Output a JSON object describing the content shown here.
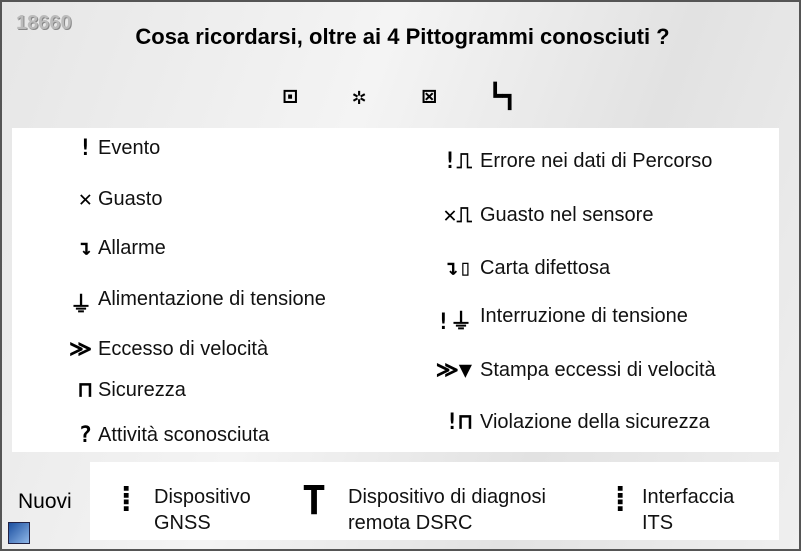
{
  "slide_id": "18660",
  "title": "Cosa ricordarsi, oltre ai 4 Pittogrammi conosciuti ?",
  "known_pictograms": [
    {
      "icon": "pictogram-rest",
      "glyph": "⊡"
    },
    {
      "icon": "pictogram-work",
      "glyph": "✲"
    },
    {
      "icon": "pictogram-available",
      "glyph": "⊠"
    },
    {
      "icon": "pictogram-driving",
      "glyph": "┗┓"
    }
  ],
  "left_items": [
    {
      "glyph": "!",
      "label": "Evento"
    },
    {
      "glyph": "✕",
      "label": "Guasto"
    },
    {
      "glyph": "↴",
      "label": "Allarme"
    },
    {
      "glyph": "⏚",
      "label": "Alimentazione di tensione"
    },
    {
      "glyph": "≫",
      "label": "Eccesso di velocità"
    },
    {
      "glyph": "⊓",
      "label": "Sicurezza"
    },
    {
      "glyph": "?",
      "label": "Attività sconosciuta"
    }
  ],
  "right_items": [
    {
      "glyph": "!⎍",
      "label": "Errore nei dati di Percorso"
    },
    {
      "glyph": "✕⎍",
      "label": "Guasto nel sensore"
    },
    {
      "glyph": "↴▯",
      "label": "Carta difettosa"
    },
    {
      "glyph": "!⏚",
      "label": "Interruzione di tensione"
    },
    {
      "glyph": "≫▼",
      "label": "Stampa eccessi di velocità"
    },
    {
      "glyph": "!⊓",
      "label": "Violazione della sicurezza"
    }
  ],
  "new_label": "Nuovi",
  "new_items": [
    {
      "glyph": "⁞",
      "line1": "Dispositivo",
      "line2": "GNSS"
    },
    {
      "glyph": "T",
      "line1": "Dispositivo di diagnosi",
      "line2": "remota DSRC"
    },
    {
      "glyph": "⁞",
      "line1": "Interfaccia",
      "line2": "ITS"
    }
  ]
}
